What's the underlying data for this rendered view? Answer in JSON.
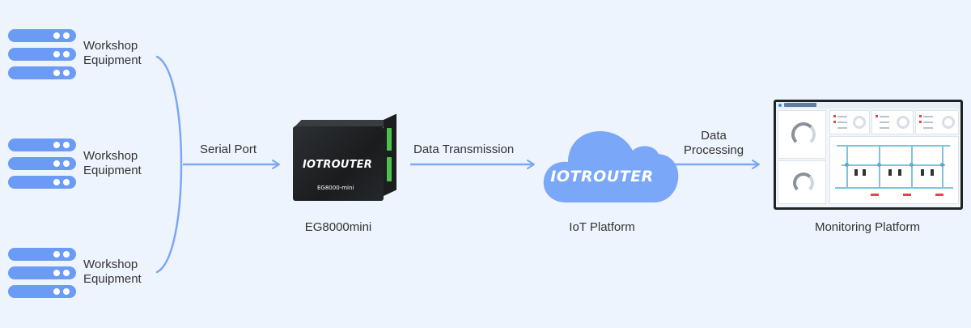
{
  "workshop_groups": [
    {
      "label_line1": "Workshop",
      "label_line2": "Equipment"
    },
    {
      "label_line1": "Workshop",
      "label_line2": "Equipment"
    },
    {
      "label_line1": "Workshop",
      "label_line2": "Equipment"
    }
  ],
  "edges": {
    "serial": "Serial Port",
    "transmission": "Data Transmission",
    "processing_line1": "Data",
    "processing_line2": "Processing"
  },
  "nodes": {
    "gateway": {
      "caption": "EG8000mini",
      "brand": "IOTROUTER",
      "model": "EG8000-mini"
    },
    "cloud": {
      "caption": "IoT Platform",
      "brand": "IOTROUTER"
    },
    "monitor": {
      "caption": "Monitoring Platform"
    }
  },
  "colors": {
    "background": "#eef4fd",
    "accent": "#6b9bf5",
    "arrow": "#7aa7f7",
    "cloud": "#7aa7f7",
    "terminal": "#4cc24c"
  },
  "icons": [
    "server-icon",
    "gateway-device-icon",
    "cloud-icon",
    "monitor-icon"
  ]
}
